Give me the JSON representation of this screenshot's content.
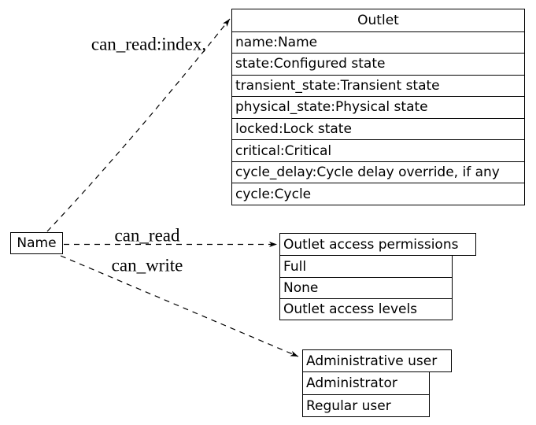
{
  "node": {
    "label": "Name"
  },
  "edges": [
    {
      "label": "can_read:index,"
    },
    {
      "label": "can_read"
    },
    {
      "label": "can_write"
    }
  ],
  "tables": {
    "outlet": {
      "title": "Outlet",
      "rows": [
        "name:Name",
        "state:Configured state",
        "transient_state:Transient state",
        "physical_state:Physical state",
        "locked:Lock state",
        "critical:Critical",
        "cycle_delay:Cycle delay override, if any",
        "cycle:Cycle"
      ]
    },
    "permissions": {
      "title": "Outlet access permissions",
      "rows": [
        "Full",
        "None",
        "Outlet access levels"
      ]
    },
    "admin": {
      "title": "Administrative user",
      "rows": [
        "Administrator",
        "Regular user"
      ]
    }
  },
  "colors": {
    "line": "#000000",
    "background": "#ffffff"
  }
}
